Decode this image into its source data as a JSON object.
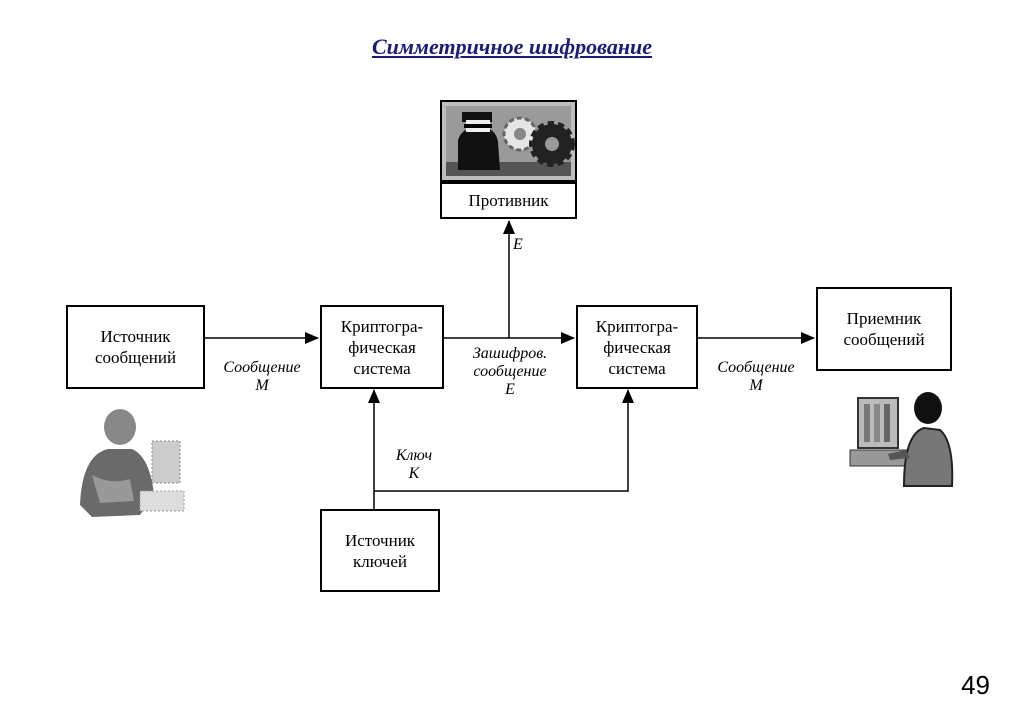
{
  "title": "Симметричное шифрование",
  "boxes": {
    "adversary": [
      "Противник"
    ],
    "source": [
      "Источник",
      "сообщений"
    ],
    "crypto1": [
      "Криптогра-",
      "фическая",
      "система"
    ],
    "crypto2": [
      "Криптогра-",
      "фическая",
      "система"
    ],
    "receiver": [
      "Приемник",
      "сообщений"
    ],
    "key_source": [
      "Источник",
      "ключей"
    ]
  },
  "labels": {
    "msg_left": [
      "Сообщение",
      "M"
    ],
    "enc": [
      "Зашифров.",
      "сообщение",
      "E"
    ],
    "msg_right": [
      "Сообщение",
      "M"
    ],
    "key": [
      "Ключ",
      "K"
    ],
    "adversary_e": "E"
  },
  "icons": [
    "adversary-spy-gears-icon",
    "sender-person-computer-icon",
    "receiver-person-computer-icon"
  ],
  "page_number": "49"
}
